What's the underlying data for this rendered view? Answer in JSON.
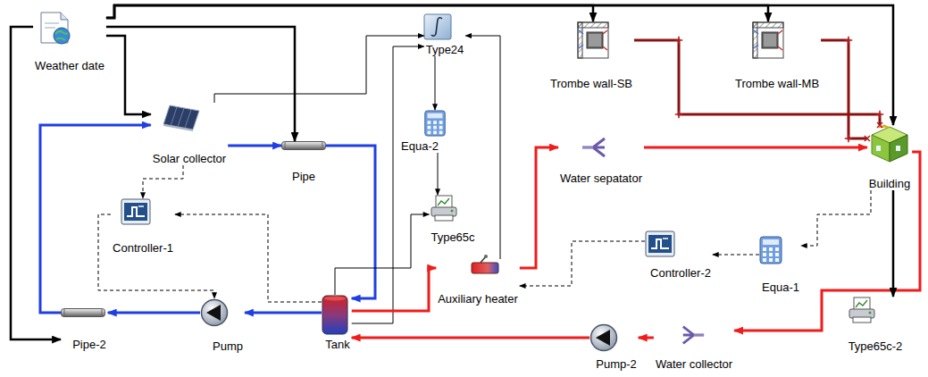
{
  "diagram": {
    "nodes": [
      {
        "text": [
          "Weather date"
        ]
      },
      {
        "text": [
          "Type24"
        ]
      },
      {
        "text": [
          "Trombe wall-SB"
        ]
      },
      {
        "text": [
          "Trombe wall-MB"
        ]
      },
      {
        "text": [
          "Solar collector"
        ]
      },
      {
        "text": [
          "Pipe"
        ]
      },
      {
        "text": [
          "Equa-2"
        ]
      },
      {
        "text": [
          "Water sepatator"
        ]
      },
      {
        "text": [
          "Building"
        ]
      },
      {
        "text": [
          "Controller-1"
        ]
      },
      {
        "text": [
          "Type65c"
        ]
      },
      {
        "text": [
          "Controller-2"
        ]
      },
      {
        "text": [
          "Equa-1"
        ]
      },
      {
        "text": [
          "Auxiliary heater"
        ]
      },
      {
        "text": [
          "Pipe-2"
        ]
      },
      {
        "text": [
          "Pump"
        ]
      },
      {
        "text": [
          "Tank"
        ]
      },
      {
        "text": [
          "Type65c-2"
        ]
      },
      {
        "text": [
          "Pump-2"
        ]
      },
      {
        "text": [
          "Water collector"
        ]
      }
    ],
    "edges": [
      {
        "from": 0,
        "to": 2,
        "arrow": "to"
      },
      {
        "from": 0,
        "to": 3,
        "arrow": "to"
      },
      {
        "from": 0,
        "to": 8,
        "arrow": "to"
      },
      {
        "from": 0,
        "to": 4,
        "arrow": "to"
      },
      {
        "from": 0,
        "to": 5,
        "arrow": "to"
      },
      {
        "from": 0,
        "to": 14,
        "arrow": "to"
      },
      {
        "from": 4,
        "to": 5,
        "arrow": "to"
      },
      {
        "from": 5,
        "to": 16,
        "arrow": "to"
      },
      {
        "from": 16,
        "to": 15,
        "arrow": "to"
      },
      {
        "from": 15,
        "to": 14,
        "arrow": "to"
      },
      {
        "from": 14,
        "to": 4,
        "arrow": "to"
      },
      {
        "from": 4,
        "to": 9,
        "arrow": "to"
      },
      {
        "from": 16,
        "to": 9,
        "arrow": "to"
      },
      {
        "from": 9,
        "to": 15,
        "arrow": "to"
      },
      {
        "from": 4,
        "to": 1,
        "arrow": "to"
      },
      {
        "from": 16,
        "to": 1,
        "arrow": "to"
      },
      {
        "from": 13,
        "to": 1,
        "arrow": "to"
      },
      {
        "from": 1,
        "to": 6,
        "arrow": "to"
      },
      {
        "from": 6,
        "to": 10,
        "arrow": "to"
      },
      {
        "from": 16,
        "to": 10,
        "arrow": "to"
      },
      {
        "from": 16,
        "to": 13,
        "arrow": "to"
      },
      {
        "from": 13,
        "to": 7,
        "arrow": "to"
      },
      {
        "from": 7,
        "to": 8,
        "arrow": "to"
      },
      {
        "from": 8,
        "to": 19,
        "arrow": "to"
      },
      {
        "from": 19,
        "to": 18,
        "arrow": "to"
      },
      {
        "from": 18,
        "to": 16,
        "arrow": "to"
      },
      {
        "from": 2,
        "to": 8,
        "arrow": "none"
      },
      {
        "from": 3,
        "to": 8,
        "arrow": "none"
      },
      {
        "from": 8,
        "to": 17,
        "arrow": "to"
      },
      {
        "from": 8,
        "to": 12,
        "arrow": "to"
      },
      {
        "from": 12,
        "to": 11,
        "arrow": "to"
      },
      {
        "from": 11,
        "to": 13,
        "arrow": "to"
      }
    ]
  }
}
